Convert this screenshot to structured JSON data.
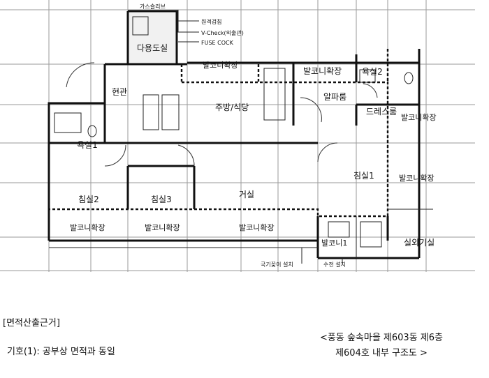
{
  "plan": {
    "rooms": {
      "dressroom_bath": "다용도실",
      "entrance": "현관",
      "bath1": "욕실1",
      "kitchen": "주방/식당",
      "alpha": "알파룸",
      "bath2": "욕실2",
      "dress": "드레스룸",
      "bed1": "침실1",
      "bed2": "침실2",
      "bed3": "침실3",
      "living": "거실",
      "outdoor_ac": "실외기실"
    },
    "balconies": {
      "top_a": "발코니확장",
      "top_b": "발코니확장",
      "right_a": "발코니확장",
      "right_b": "발코니확장",
      "bottom_a": "발코니확장",
      "bottom_b": "발코니확장",
      "bottom_c": "발코니확장",
      "small": "발코니1"
    },
    "annotations": {
      "gas_meter": "가스슬리브",
      "remote_meter": "원격검침",
      "vcheck": "V-Check(외출관)",
      "fuse": "FUSE COCK",
      "flagpole": "국기꽂이 설치",
      "faucet": "수전 설치"
    }
  },
  "footer": {
    "basis_title": "[면적산출근거]",
    "note": "기호(1): 공부상 면적과 동일",
    "caption_line1": "<풍동 숲속마을 제603동 제6층",
    "caption_line2": "제604호 내부 구조도 >"
  }
}
